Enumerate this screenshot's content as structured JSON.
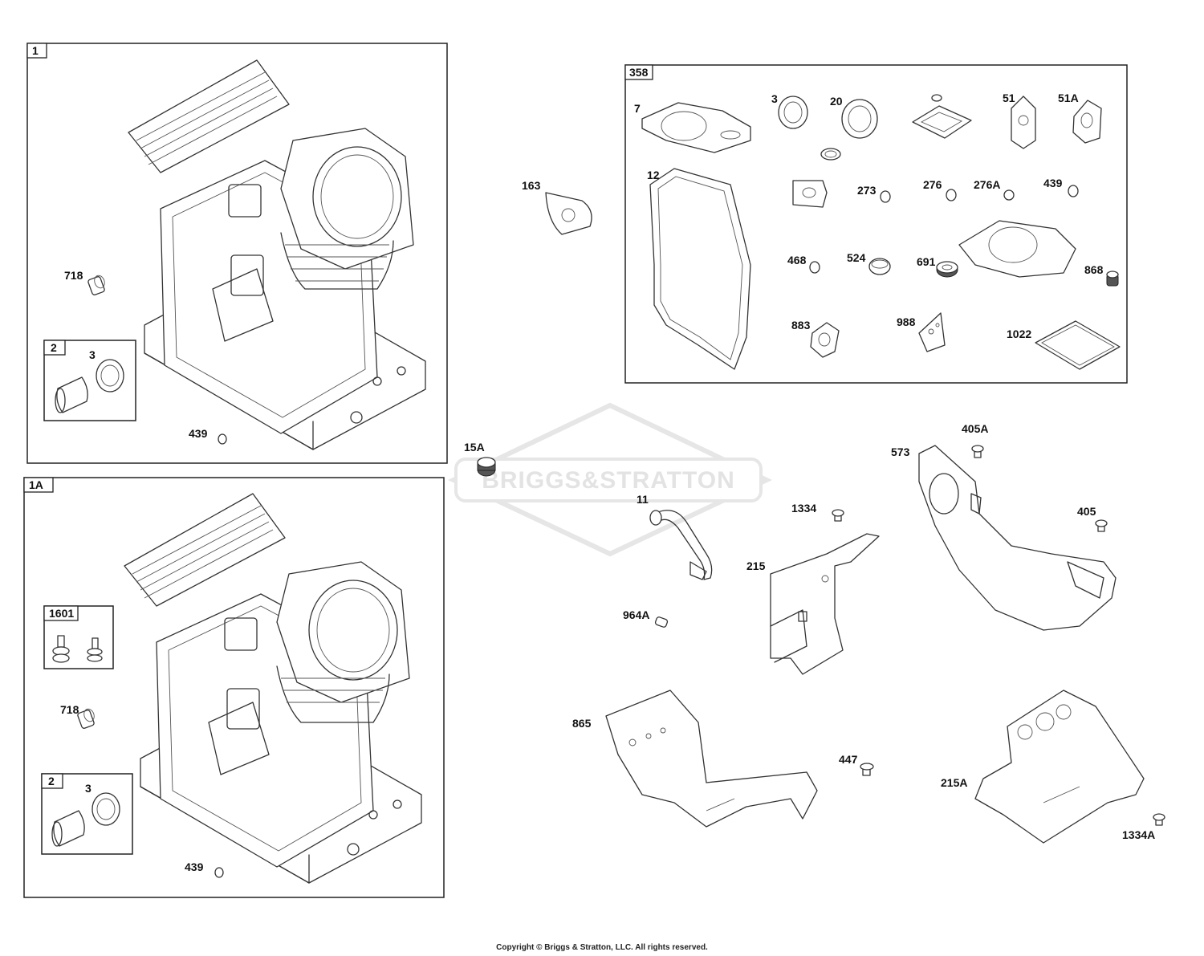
{
  "watermark": {
    "text": "BRIGGS&STRATTON"
  },
  "copyright": "Copyright © Briggs & Stratton, LLC. All rights reserved.",
  "box_labels": {
    "box_1": "1",
    "box_1a": "1A",
    "box_2_top": "2",
    "box_2_bottom": "2",
    "box_358": "358",
    "box_1601": "1601"
  },
  "callouts": {
    "c718_top": "718",
    "c3_top": "3",
    "c439_top": "439",
    "c718_bot": "718",
    "c3_bot": "3",
    "c439_bot": "439",
    "c163": "163",
    "c15a": "15A",
    "c11": "11",
    "c964a": "964A",
    "c865": "865",
    "c1334": "1334",
    "c215": "215",
    "c447": "447",
    "c573": "573",
    "c405a": "405A",
    "c405": "405",
    "c215a": "215A",
    "c1334a": "1334A",
    "k7": "7",
    "k3": "3",
    "k20": "20",
    "k51": "51",
    "k51a": "51A",
    "k12": "12",
    "k273": "273",
    "k276": "276",
    "k276a": "276A",
    "k439": "439",
    "k468": "468",
    "k524": "524",
    "k691": "691",
    "k868": "868",
    "k883": "883",
    "k988": "988",
    "k1022": "1022"
  }
}
